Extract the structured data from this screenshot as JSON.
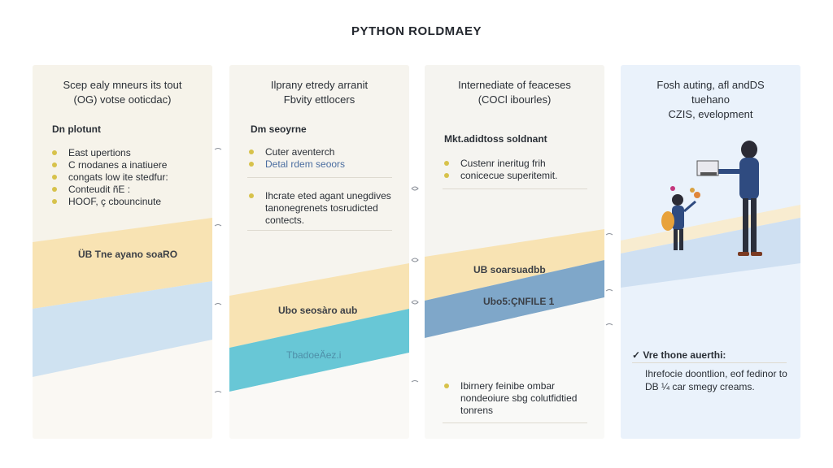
{
  "title": "PYTHON ROLDMAEY",
  "columns": [
    {
      "head_line1": "Scep ealy mneurs its tout",
      "head_line2": "(OG) votse ooticdac)",
      "section": "Dn plotunt",
      "items": [
        "East upertions",
        "C rnodanes a inatiuere",
        "congats low ite stedfur:",
        "Conteudit ñE :",
        "HOOF, ç cbouncinute"
      ],
      "band_label": "ÜB Tne ayano soaRO"
    },
    {
      "head_line1": "Ilprany etredy arranit",
      "head_line2": "Fbvity ettlocers",
      "section": "Dm seoyrne",
      "items_a": [
        "Cuter aventerch",
        "Detal rdem seoors"
      ],
      "items_b": [
        "Ihcrate eted agant unegdives tanonegrenets tosrudicted contects."
      ],
      "band_label": "Ubo seosàro aub",
      "band_label2": "TbadoeÄez.i"
    },
    {
      "head_line1": "Internediate of feaceses",
      "head_line2": "(COCl ibourles)",
      "section": "Mkt.adidtoss soldnant",
      "items_a": [
        "Custenr ineritug frih",
        "conicecue superitemit."
      ],
      "items_b": [
        "Ibirnery feinibe ombar nondeoiure sbg colutfidtied tonrens"
      ],
      "band_label": "UB soarsuadbb",
      "band_label2": "Ubo5:ÇNFILE 1"
    },
    {
      "head_line1": "Fosh auting, afl andDS",
      "head_line2": "tuehano",
      "head_line3": "CZIS, evelopment",
      "check": "Vre thone auerthi:",
      "para": "Ihrefocie doontlion, eof fedinor to DB ¼ car smegy creams."
    }
  ]
}
